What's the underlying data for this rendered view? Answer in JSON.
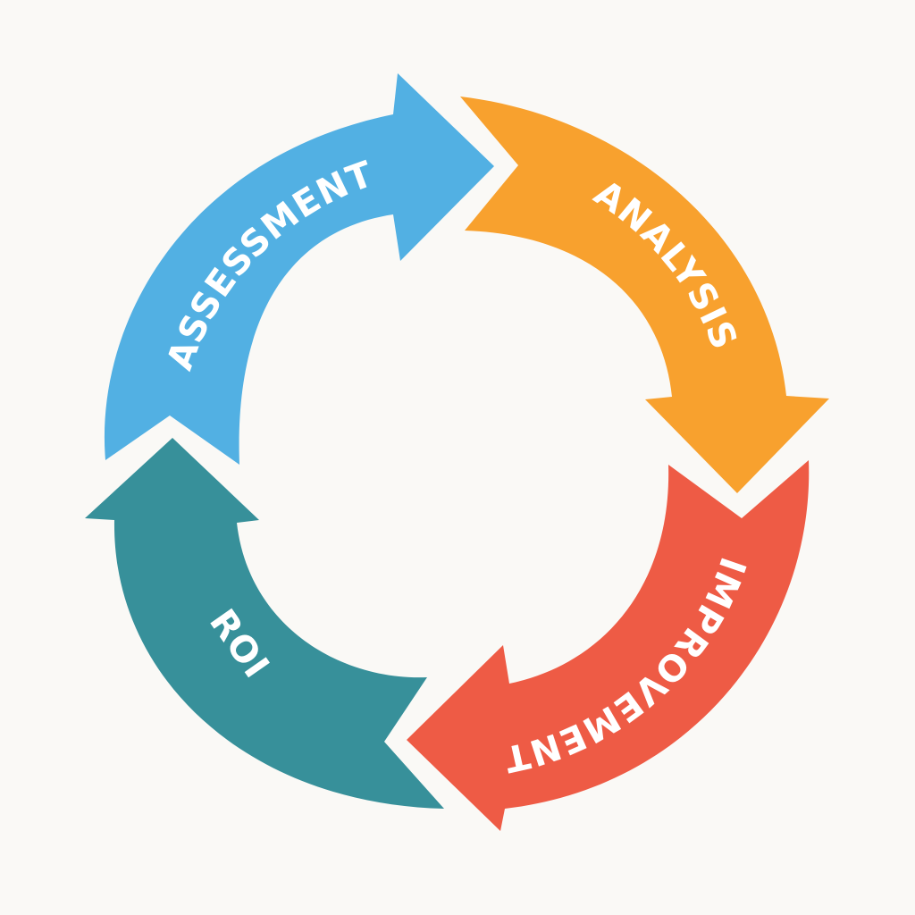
{
  "diagram": {
    "type": "cycle",
    "segments": [
      {
        "id": "assessment",
        "label": "ASSESSMENT",
        "color": "#52b0e3",
        "icon": "curved-arrow"
      },
      {
        "id": "analysis",
        "label": "ANALYSIS",
        "color": "#f8a12e",
        "icon": "curved-arrow"
      },
      {
        "id": "improvement",
        "label": "IMPROVEMENT",
        "color": "#ee5b45",
        "icon": "curved-arrow"
      },
      {
        "id": "roi",
        "label": "ROI",
        "color": "#37909a",
        "icon": "curved-arrow"
      }
    ],
    "background": "#faf9f6"
  }
}
